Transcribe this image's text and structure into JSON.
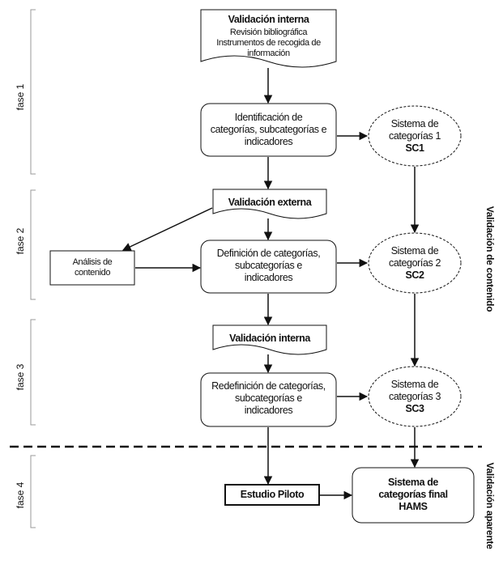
{
  "phases": {
    "fase1": "fase 1",
    "fase2": "fase 2",
    "fase3": "fase 3",
    "fase4": "fase 4"
  },
  "side_labels": {
    "content": "Validación de contenido",
    "face": "Validación aparente"
  },
  "nodes": {
    "doc_internal_1": {
      "title": "Validación interna",
      "line1": "Revisión bibliográfica",
      "line2": "Instrumentos de recogida de",
      "line3": "información"
    },
    "box_identification": {
      "line1": "Identificación de",
      "line2": "categorías, subcategorías e",
      "line3": "indicadores"
    },
    "circle_sc1": {
      "line1": "Sistema de",
      "line2": "categorías 1",
      "code": "SC1"
    },
    "doc_external": {
      "title": "Validación externa"
    },
    "box_content_analysis": {
      "line1": "Análisis de",
      "line2": "contenido"
    },
    "box_definition": {
      "line1": "Definición de categorías,",
      "line2": "subcategorías e",
      "line3": "indicadores"
    },
    "circle_sc2": {
      "line1": "Sistema de",
      "line2": "categorías 2",
      "code": "SC2"
    },
    "doc_internal_2": {
      "title": "Validación interna"
    },
    "box_redefinition": {
      "line1": "Redefinición de categorías,",
      "line2": "subcategorías e",
      "line3": "indicadores"
    },
    "circle_sc3": {
      "line1": "Sistema de",
      "line2": "categorías 3",
      "code": "SC3"
    },
    "box_pilot": {
      "title": "Estudio Piloto"
    },
    "box_final": {
      "line1": "Sistema de",
      "line2": "categorías final",
      "line3": "HAMS"
    }
  },
  "colors": {
    "stroke": "#111111",
    "phase_bracket": "#9a9a9a",
    "background": "#ffffff"
  }
}
